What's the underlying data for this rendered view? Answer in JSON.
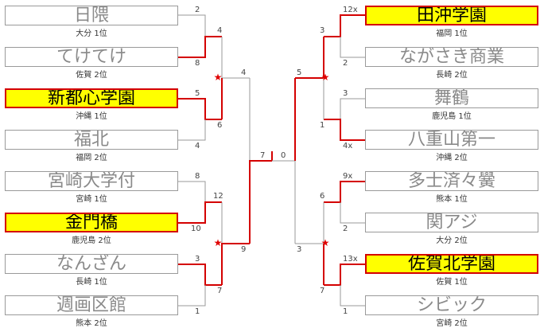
{
  "left_teams": [
    {
      "name": "日隈",
      "sub": "大分 1位",
      "win": false
    },
    {
      "name": "てけてけ",
      "sub": "佐賀 2位",
      "win": false
    },
    {
      "name": "新都心学園",
      "sub": "沖縄 1位",
      "win": true
    },
    {
      "name": "福北",
      "sub": "福岡 2位",
      "win": false
    },
    {
      "name": "宮崎大学付",
      "sub": "宮崎 1位",
      "win": false
    },
    {
      "name": "金門橋",
      "sub": "鹿児島 2位",
      "win": true
    },
    {
      "name": "なんざん",
      "sub": "長崎 1位",
      "win": false
    },
    {
      "name": "週画区館",
      "sub": "熊本 2位",
      "win": false
    }
  ],
  "right_teams": [
    {
      "name": "田沖学園",
      "sub": "福岡 1位",
      "win": true
    },
    {
      "name": "ながさき商業",
      "sub": "長崎 2位",
      "win": false
    },
    {
      "name": "舞鶴",
      "sub": "鹿児島 1位",
      "win": false
    },
    {
      "name": "八重山第一",
      "sub": "沖縄 2位",
      "win": false
    },
    {
      "name": "多士済々黌",
      "sub": "熊本 1位",
      "win": false
    },
    {
      "name": "関アジ",
      "sub": "大分 2位",
      "win": false
    },
    {
      "name": "佐賀北学園",
      "sub": "佐賀 1位",
      "win": true
    },
    {
      "name": "シビック",
      "sub": "宮崎 2位",
      "win": false
    }
  ],
  "scores": {
    "l1": [
      "2",
      "8",
      "5",
      "4",
      "8",
      "10",
      "3",
      "1"
    ],
    "l2": [
      "4",
      "6",
      "12",
      "7"
    ],
    "l3": [
      "4",
      "9"
    ],
    "final": [
      "7",
      "0"
    ],
    "r3": [
      "5",
      "3"
    ],
    "r2": [
      "3",
      "1",
      "6",
      "7"
    ],
    "r1": [
      "12x",
      "2",
      "3",
      "4x",
      "9x",
      "2",
      "13x",
      "1"
    ]
  },
  "star_symbol": "★"
}
